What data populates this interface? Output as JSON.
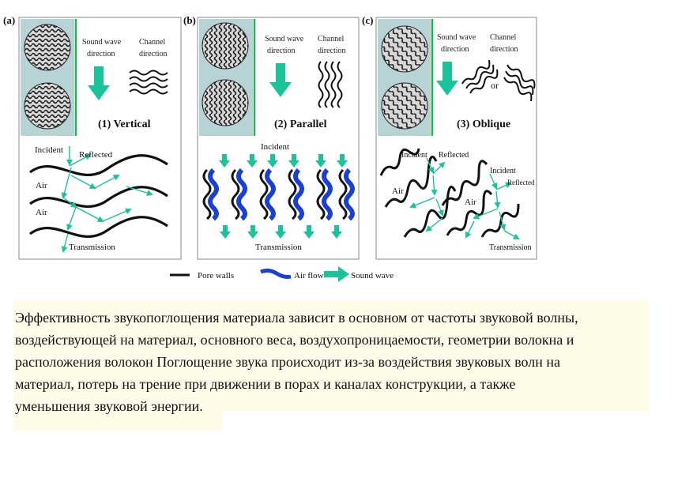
{
  "figure": {
    "panels": [
      {
        "tag": "(a)",
        "sound_wave_label": [
          "Sound wave",
          "direction"
        ],
        "channel_label": [
          "Channel",
          "direction"
        ],
        "title": "(1) Vertical",
        "labels": {
          "incident": "Incident",
          "reflected": "Reflected",
          "air1": "Air",
          "air2": "Air",
          "transmission": "Transmission"
        }
      },
      {
        "tag": "(b)",
        "sound_wave_label": [
          "Sound wave",
          "direction"
        ],
        "channel_label": [
          "Channel",
          "direction"
        ],
        "title": "(2) Parallel",
        "labels": {
          "incident": "Incident",
          "transmission": "Transmission"
        }
      },
      {
        "tag": "(c)",
        "sound_wave_label": [
          "Sound wave",
          "direction"
        ],
        "channel_label": [
          "Channel",
          "direction"
        ],
        "or_label": "or",
        "title": "(3) Oblique",
        "labels": {
          "incident": "Incident",
          "reflected": "Reflected",
          "air1": "Air",
          "air2": "Air",
          "incident2": "Incident",
          "reflected2": "Reflected",
          "transmission": "Transmission"
        }
      }
    ],
    "legend": {
      "pore_walls": "Pore walls",
      "air_flow": "Air flow",
      "sound_wave": "Sound wave"
    },
    "colors": {
      "wall": "#111111",
      "air_flow": "#1a3fd6",
      "sound": "#19c49a",
      "panel_bg": "#b7d3d6",
      "divider": "#22b24c"
    }
  },
  "caption": {
    "lines": [
      "Эффективность звукопоглощения материала зависит в основном от частоты звуковой волны,",
      "воздействующей на материал, основного веса, воздухопроницаемости, геометрии волокна и",
      "расположения волокон Поглощение звука происходит из-за воздействия звуковых волн на",
      "материал, потерь на трение при движении в порах и каналах конструкции, а также",
      "уменьшения звуковой энергии."
    ]
  }
}
